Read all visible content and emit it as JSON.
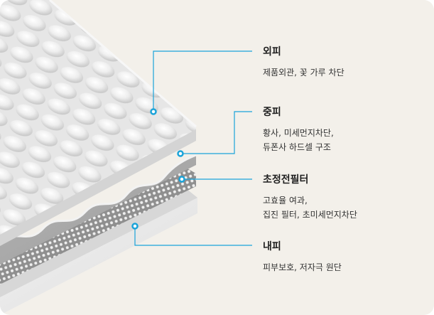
{
  "accent_color": "#1aa3d9",
  "layers": [
    {
      "id": "outer",
      "title": "외피",
      "desc": [
        "제품외관, 꽃 가루 차단"
      ]
    },
    {
      "id": "middle",
      "title": "중피",
      "desc": [
        "황사, 미세먼지차단,",
        "듀폰사 하드셀 구조"
      ]
    },
    {
      "id": "filter",
      "title": "초정전필터",
      "desc": [
        "고효율 여과,",
        "집진 필터, 초미세먼지차단"
      ]
    },
    {
      "id": "inner",
      "title": "내피",
      "desc": [
        "피부보호, 저자극 원단"
      ]
    }
  ]
}
